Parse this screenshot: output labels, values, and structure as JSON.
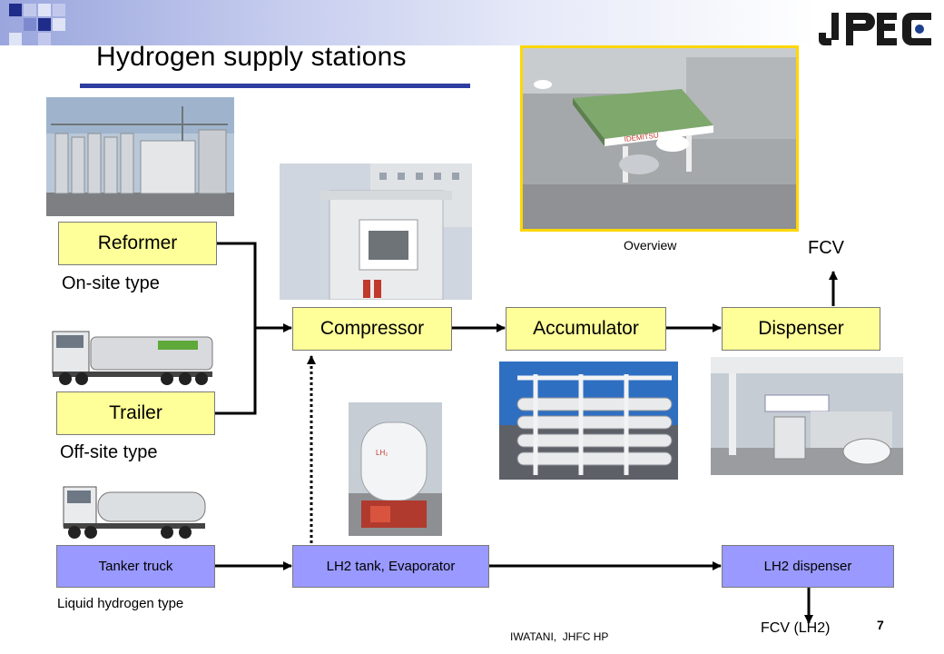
{
  "slide": {
    "title": "Hydrogen supply stations",
    "logo": "JPEC",
    "page_number": "7",
    "source": "IWATANI,  JHFC HP"
  },
  "boxes": {
    "reformer": "Reformer",
    "trailer": "Trailer",
    "compressor": "Compressor",
    "accumulator": "Accumulator",
    "dispenser": "Dispenser",
    "tanker_truck": "Tanker truck",
    "lh2_tank": "LH2 tank, Evaporator",
    "lh2_dispenser": "LH2 dispenser"
  },
  "labels": {
    "onsite": "On-site type",
    "offsite": "Off-site type",
    "liquid": "Liquid hydrogen type",
    "overview": "Overview",
    "fcv": "FCV",
    "fcv_lh2": "FCV (LH2)"
  },
  "photos": {
    "overview": "IDEMITSU"
  },
  "colors": {
    "yellow_box": "#ffff99",
    "blue_box": "#9999ff",
    "title_rule": "#2e3ea0",
    "logo_blue": "#1d3f8f"
  }
}
